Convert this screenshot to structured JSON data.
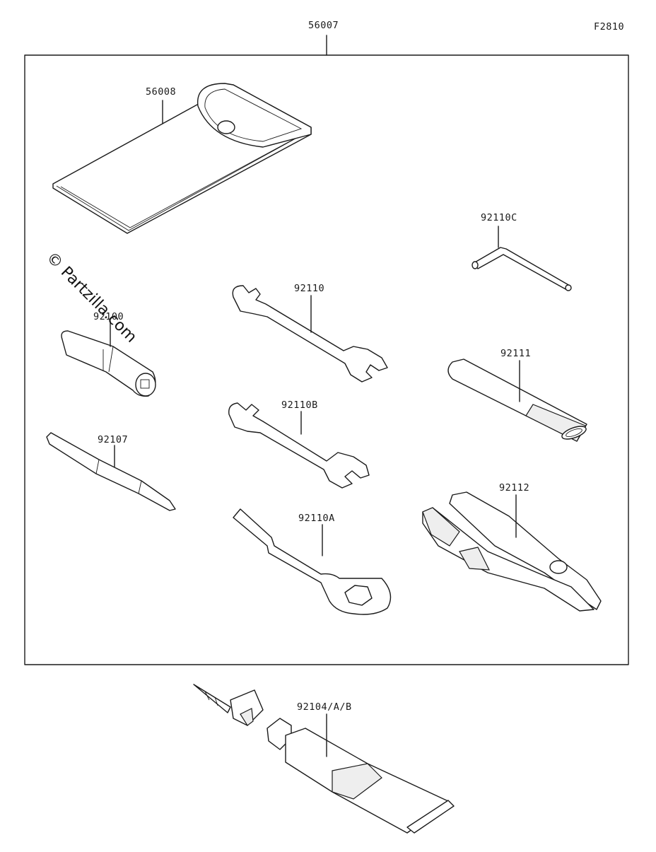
{
  "figure_code": "F2810",
  "watermark": "© Partzilla.com",
  "parts": {
    "kit": "56007",
    "tool_case": "56008",
    "hex_wrench": "92110C",
    "wrench_92110": "92110",
    "wrench_92110b": "92110B",
    "ring_wrench": "92110A",
    "socket_bar": "92111",
    "pliers": "92112",
    "socket_driver": "92100",
    "screwdriver": "92107",
    "grease_tube": "92104/A/B"
  }
}
